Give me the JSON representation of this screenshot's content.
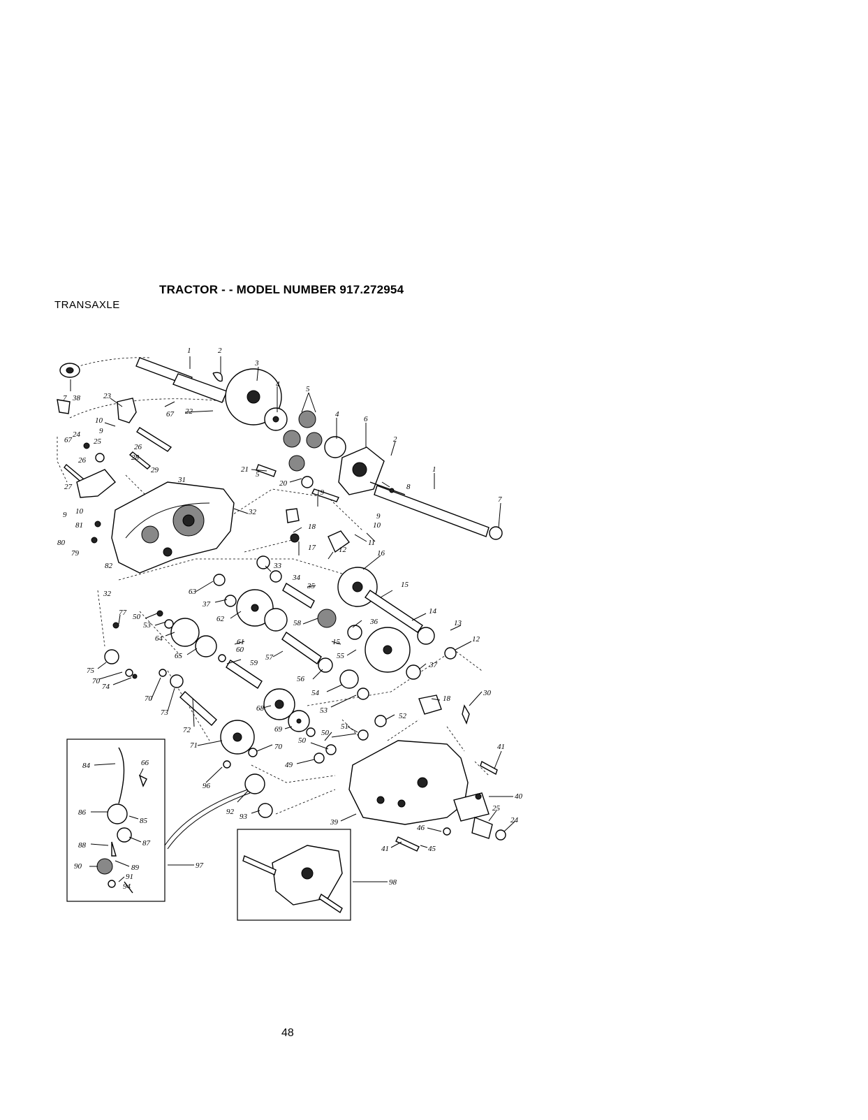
{
  "header": {
    "title": "TRACTOR - - MODEL NUMBER 917.272954",
    "section": "TRANSAXLE"
  },
  "footer": {
    "page_number": "48"
  },
  "callouts": [
    "1",
    "2",
    "3",
    "4",
    "5",
    "4",
    "6",
    "2",
    "1",
    "7",
    "7",
    "38",
    "23",
    "10",
    "9",
    "67",
    "24",
    "25",
    "26",
    "26",
    "28",
    "29",
    "31",
    "22",
    "67",
    "21",
    "5",
    "20",
    "8",
    "27",
    "9",
    "10",
    "81",
    "80",
    "79",
    "19",
    "18",
    "17",
    "9",
    "10",
    "11",
    "32",
    "82",
    "32",
    "33",
    "34",
    "12",
    "16",
    "35",
    "15",
    "63",
    "37",
    "62",
    "58",
    "36",
    "14",
    "13",
    "12",
    "77",
    "50",
    "53",
    "64",
    "61",
    "60",
    "65",
    "59",
    "57",
    "15",
    "55",
    "37",
    "75",
    "70",
    "74",
    "70",
    "73",
    "56",
    "54",
    "18",
    "30",
    "53",
    "52",
    "72",
    "68",
    "69",
    "51",
    "50",
    "71",
    "70",
    "50",
    "49",
    "84",
    "66",
    "86",
    "85",
    "88",
    "87",
    "90",
    "89",
    "91",
    "94",
    "96",
    "92",
    "93",
    "97",
    "39",
    "41",
    "40",
    "25",
    "24",
    "46",
    "41",
    "45",
    "98"
  ]
}
